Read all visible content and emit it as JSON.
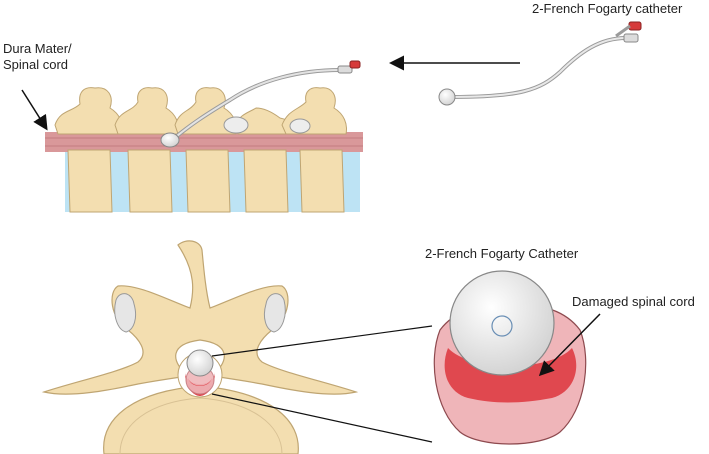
{
  "labels": {
    "dura_mater": "Dura Mater/",
    "spinal_cord": "Spinal cord",
    "catheter_top": "2-French Fogarty catheter",
    "catheter_bottom": "2-French Fogarty Catheter",
    "damaged_cord": "Damaged spinal cord"
  },
  "colors": {
    "bone": "#F3DEB0",
    "bone_outline": "#BFA572",
    "dura": "#D9989A",
    "csf": "#BDE3F4",
    "cord_damage": "#E0484F",
    "cord_tissue": "#EFB5B9",
    "balloon": "#EDEDED",
    "catheter_tip": "#D63A3A",
    "arrow": "#111111"
  }
}
